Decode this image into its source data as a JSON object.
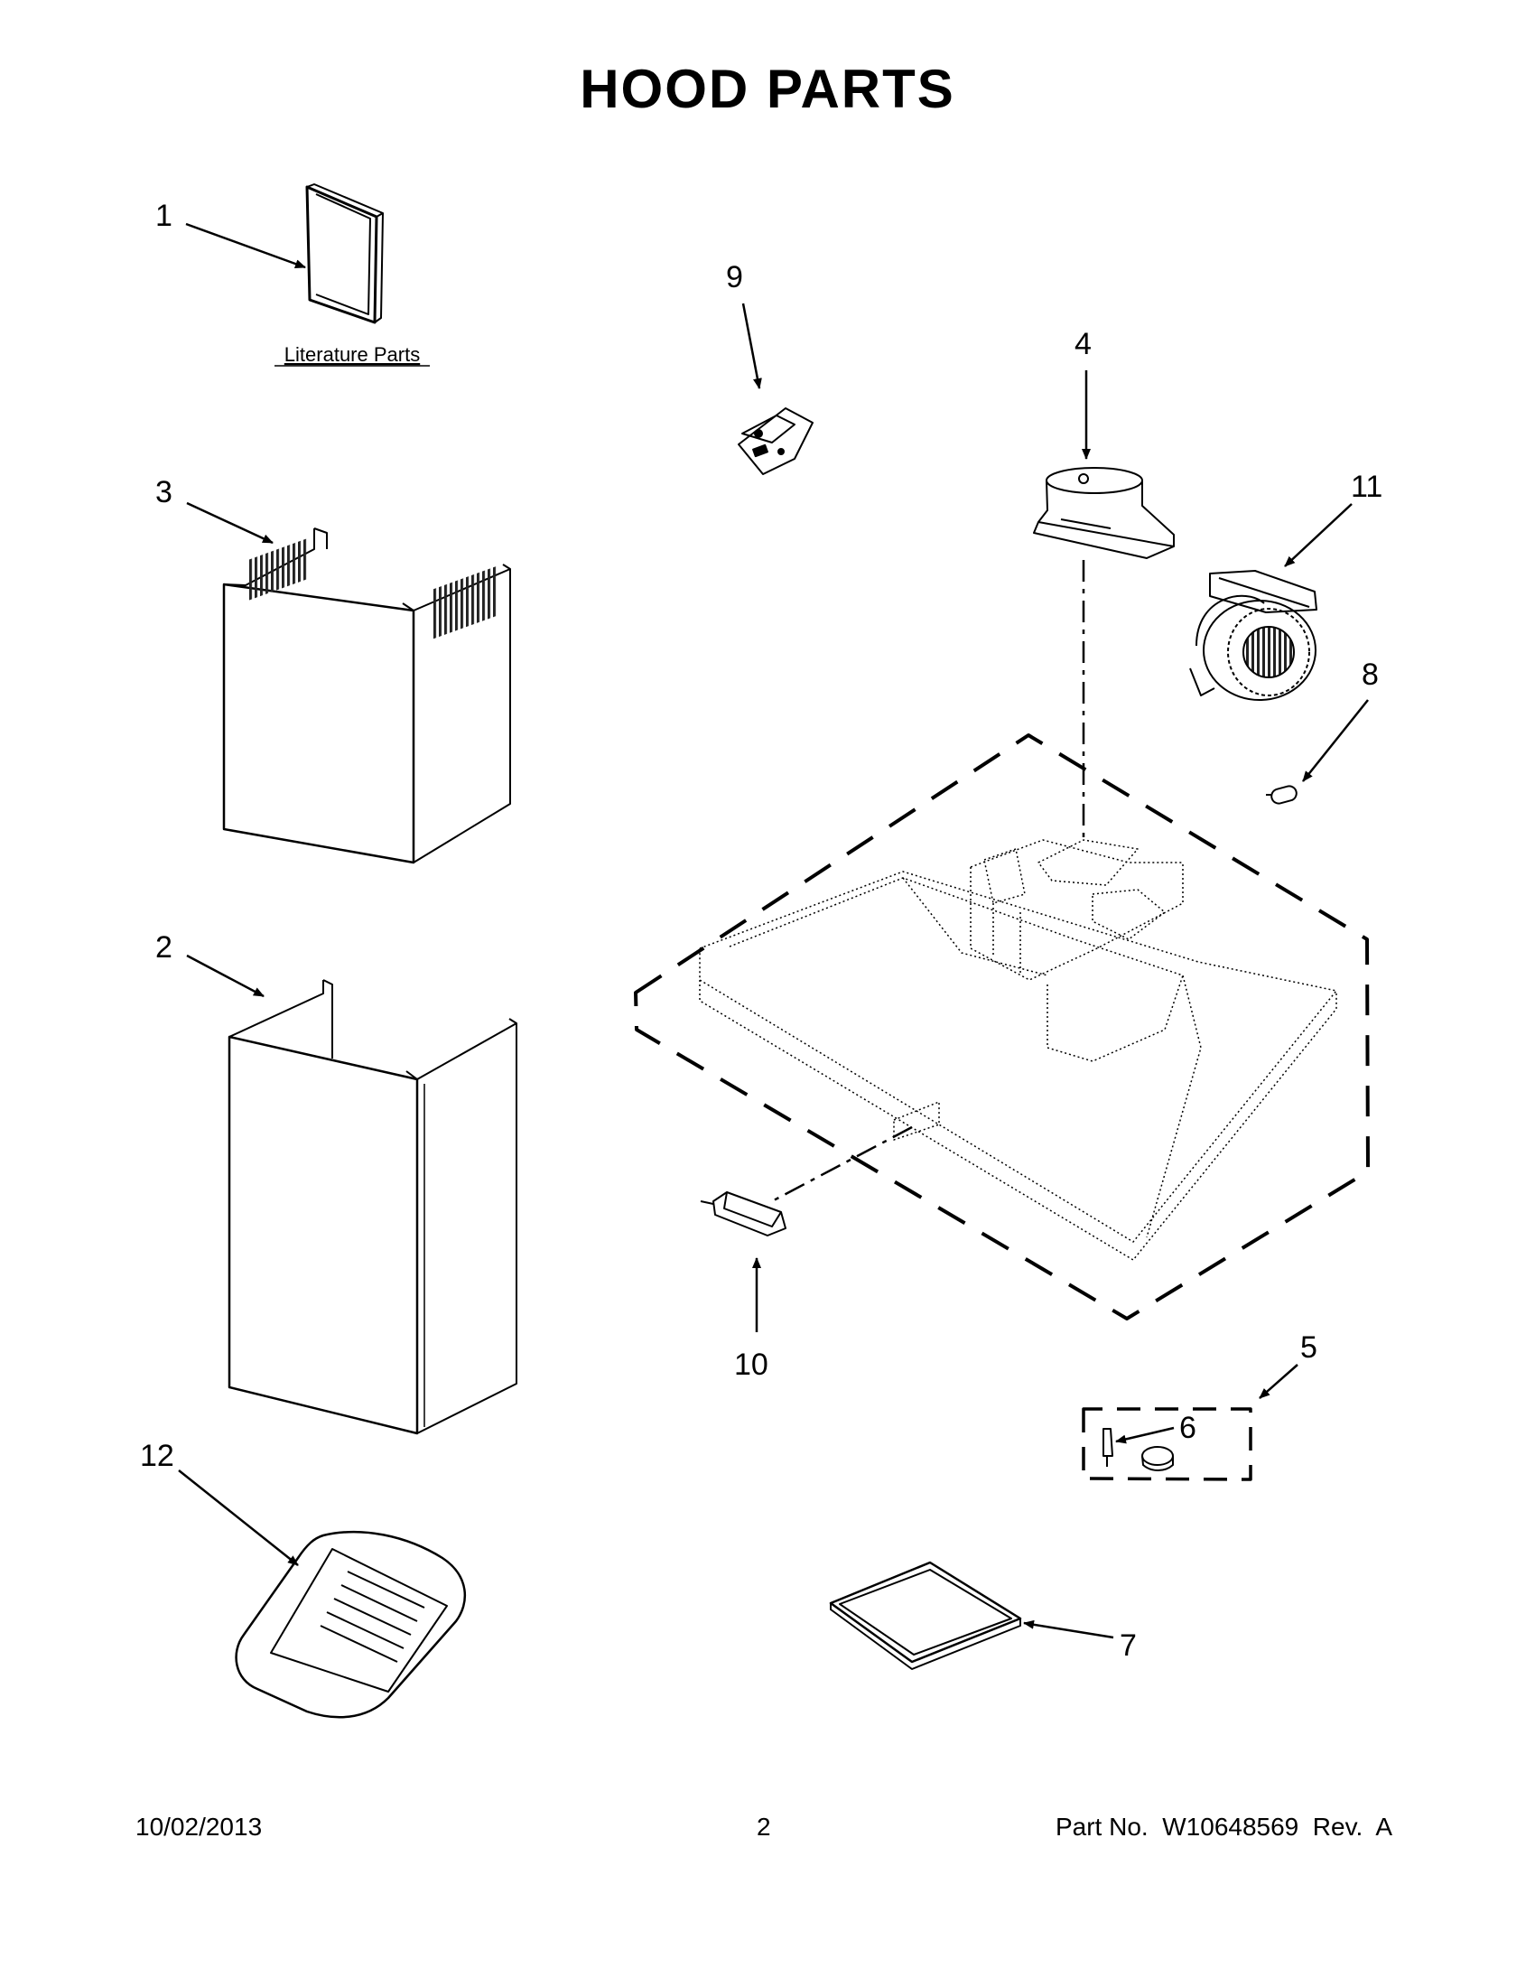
{
  "page": {
    "title": "HOOD PARTS"
  },
  "diagram": {
    "literature_label": "Literature Parts",
    "callouts": [
      "1",
      "2",
      "3",
      "4",
      "5",
      "6",
      "7",
      "8",
      "9",
      "10",
      "11",
      "12"
    ]
  },
  "footer": {
    "date": "10/02/2013",
    "page_number": "2",
    "part_label": "Part No.  W10648569  Rev.  A"
  }
}
